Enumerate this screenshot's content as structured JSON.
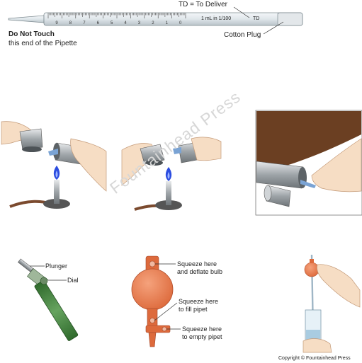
{
  "pipette": {
    "td_label": "TD = To Deliver",
    "scale_label": "1 mL in 1/100",
    "td_mark": "TD",
    "cotton_plug_label": "Cotton Plug",
    "warning_title": "Do Not Touch",
    "warning_text": "this end of the Pipette",
    "scale_numbers": [
      "9",
      "8",
      "7",
      "6",
      "5",
      "4",
      "3",
      "2",
      "1",
      "0"
    ]
  },
  "pipet_pump": {
    "plunger_label": "Plunger",
    "dial_label": "Dial"
  },
  "pipet_bulb": {
    "deflate_label_1": "Squeeze here",
    "deflate_label_2": "and deflate bulb",
    "fill_label_1": "Squeeze here",
    "fill_label_2": "to fill pipet",
    "empty_label_1": "Squeeze here",
    "empty_label_2": "to empty pipet"
  },
  "watermark": "Fountainhead Press",
  "copyright": "Copyright © Fountainhead Press",
  "colors": {
    "flame": "#2c4de0",
    "bulb": "#e87a4e",
    "pump_body": "#3d7a3a",
    "brown_table": "#6b3f22",
    "skin": "#f6ddc4"
  }
}
